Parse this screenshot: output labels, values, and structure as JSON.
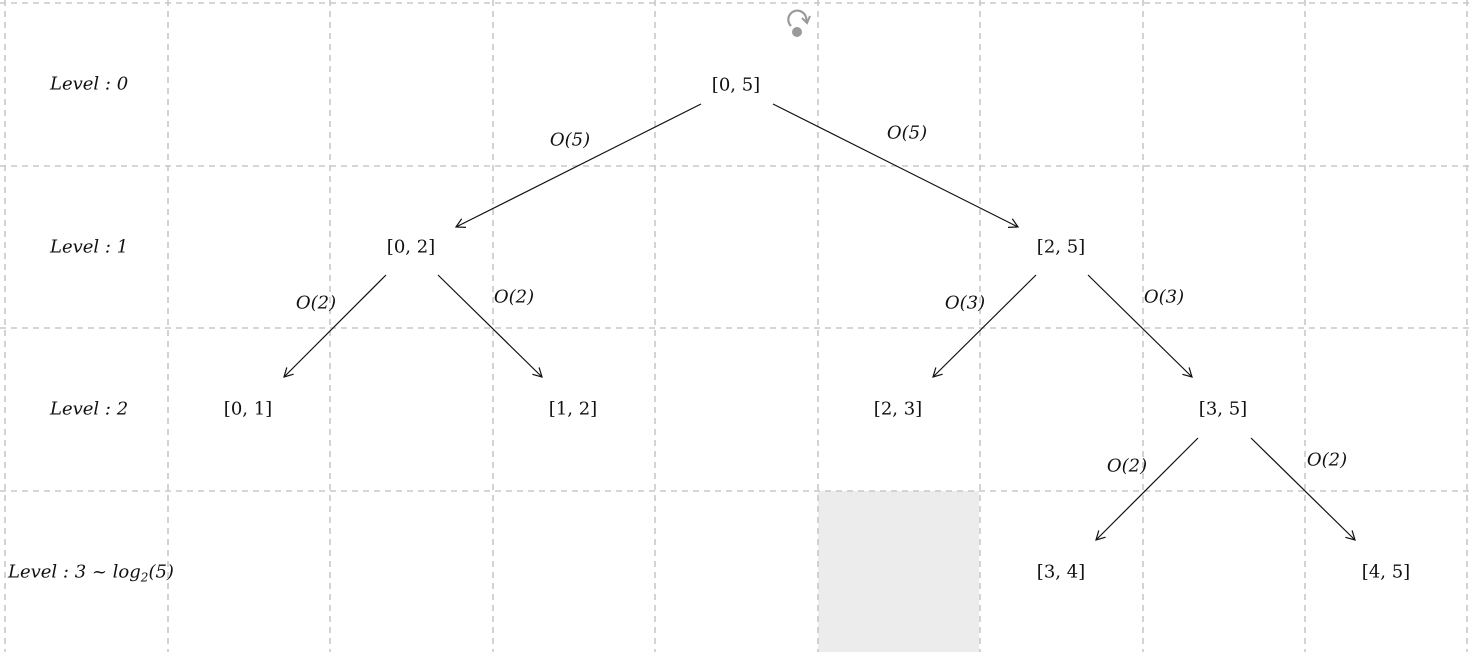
{
  "levels": [
    {
      "text": "Level : 0"
    },
    {
      "text": "Level : 1"
    },
    {
      "text": "Level : 2"
    },
    {
      "text": "Level : 3 ~ log",
      "sub": "2",
      "tail": "(5)"
    }
  ],
  "nodes": [
    {
      "id": "n05",
      "text": "[0, 5]"
    },
    {
      "id": "n02",
      "text": "[0, 2]"
    },
    {
      "id": "n25",
      "text": "[2, 5]"
    },
    {
      "id": "n01",
      "text": "[0, 1]"
    },
    {
      "id": "n12",
      "text": "[1, 2]"
    },
    {
      "id": "n23",
      "text": "[2, 3]"
    },
    {
      "id": "n35",
      "text": "[3, 5]"
    },
    {
      "id": "n34",
      "text": "[3, 4]"
    },
    {
      "id": "n45",
      "text": "[4, 5]"
    }
  ],
  "edges": [
    {
      "from": "n05",
      "to": "n02",
      "cost": "O(5)"
    },
    {
      "from": "n05",
      "to": "n25",
      "cost": "O(5)"
    },
    {
      "from": "n02",
      "to": "n01",
      "cost": "O(2)"
    },
    {
      "from": "n02",
      "to": "n12",
      "cost": "O(2)"
    },
    {
      "from": "n25",
      "to": "n23",
      "cost": "O(3)"
    },
    {
      "from": "n25",
      "to": "n35",
      "cost": "O(3)"
    },
    {
      "from": "n35",
      "to": "n34",
      "cost": "O(2)"
    },
    {
      "from": "n35",
      "to": "n45",
      "cost": "O(2)"
    }
  ],
  "icons": {
    "rotate": "rotate-handle-icon"
  }
}
